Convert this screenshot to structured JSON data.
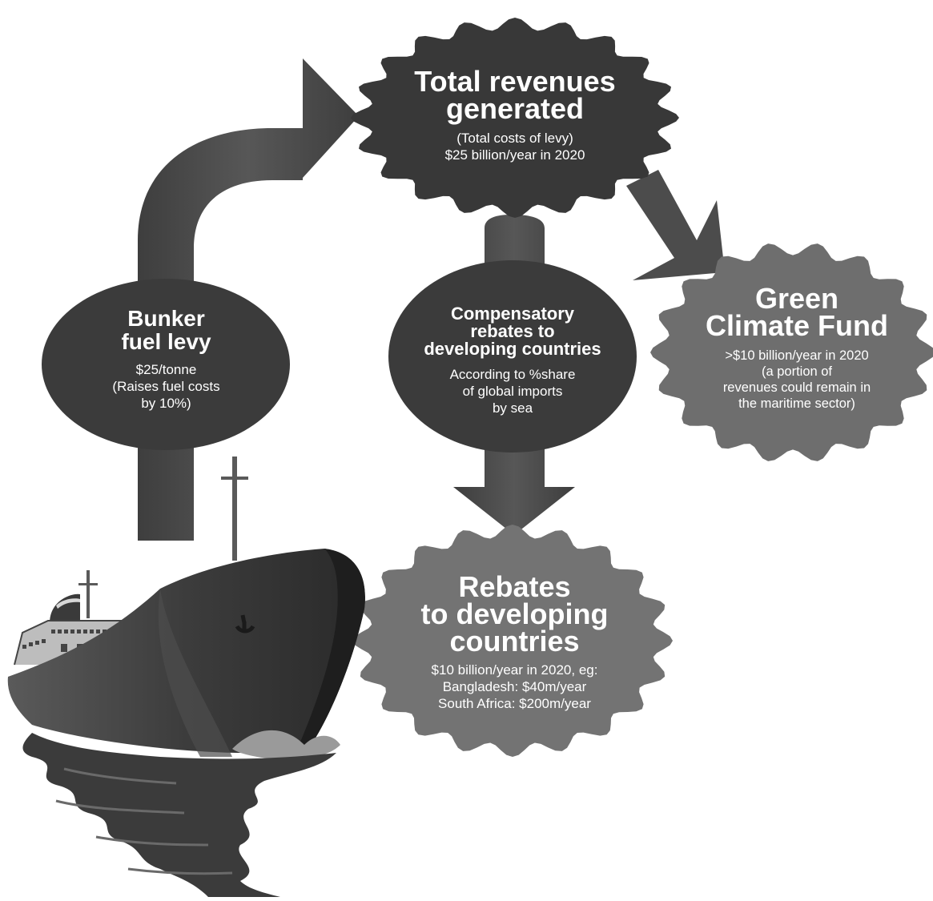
{
  "nodes": {
    "total": {
      "title_lines": [
        "Total revenues",
        "generated"
      ],
      "sub_lines": [
        "(Total costs of levy)",
        "$25 billion/year in 2020"
      ]
    },
    "bunker": {
      "title_lines": [
        "Bunker",
        "fuel levy"
      ],
      "sub_lines": [
        "$25/tonne",
        "(Raises fuel costs",
        "by 10%)"
      ]
    },
    "compensatory": {
      "title_lines": [
        "Compensatory",
        "rebates to",
        "developing countries"
      ],
      "sub_lines": [
        "According to %share",
        "of global imports",
        "by sea"
      ]
    },
    "green": {
      "title_lines": [
        "Green",
        "Climate Fund"
      ],
      "sub_lines": [
        ">$10 billion/year in 2020",
        "(a portion of",
        "revenues could remain in",
        "the maritime sector)"
      ]
    },
    "rebates": {
      "title_lines": [
        "Rebates",
        "to developing",
        "countries"
      ],
      "sub_lines": [
        "$10 billion/year in 2020, eg:",
        "Bangladesh: $40m/year",
        "South Africa: $200m/year"
      ]
    }
  },
  "colors": {
    "dark_shape": "#3a3a3a",
    "mid_shape": "#6f6f6f",
    "arrow": "#4a4a4a",
    "text": "#ffffff"
  }
}
